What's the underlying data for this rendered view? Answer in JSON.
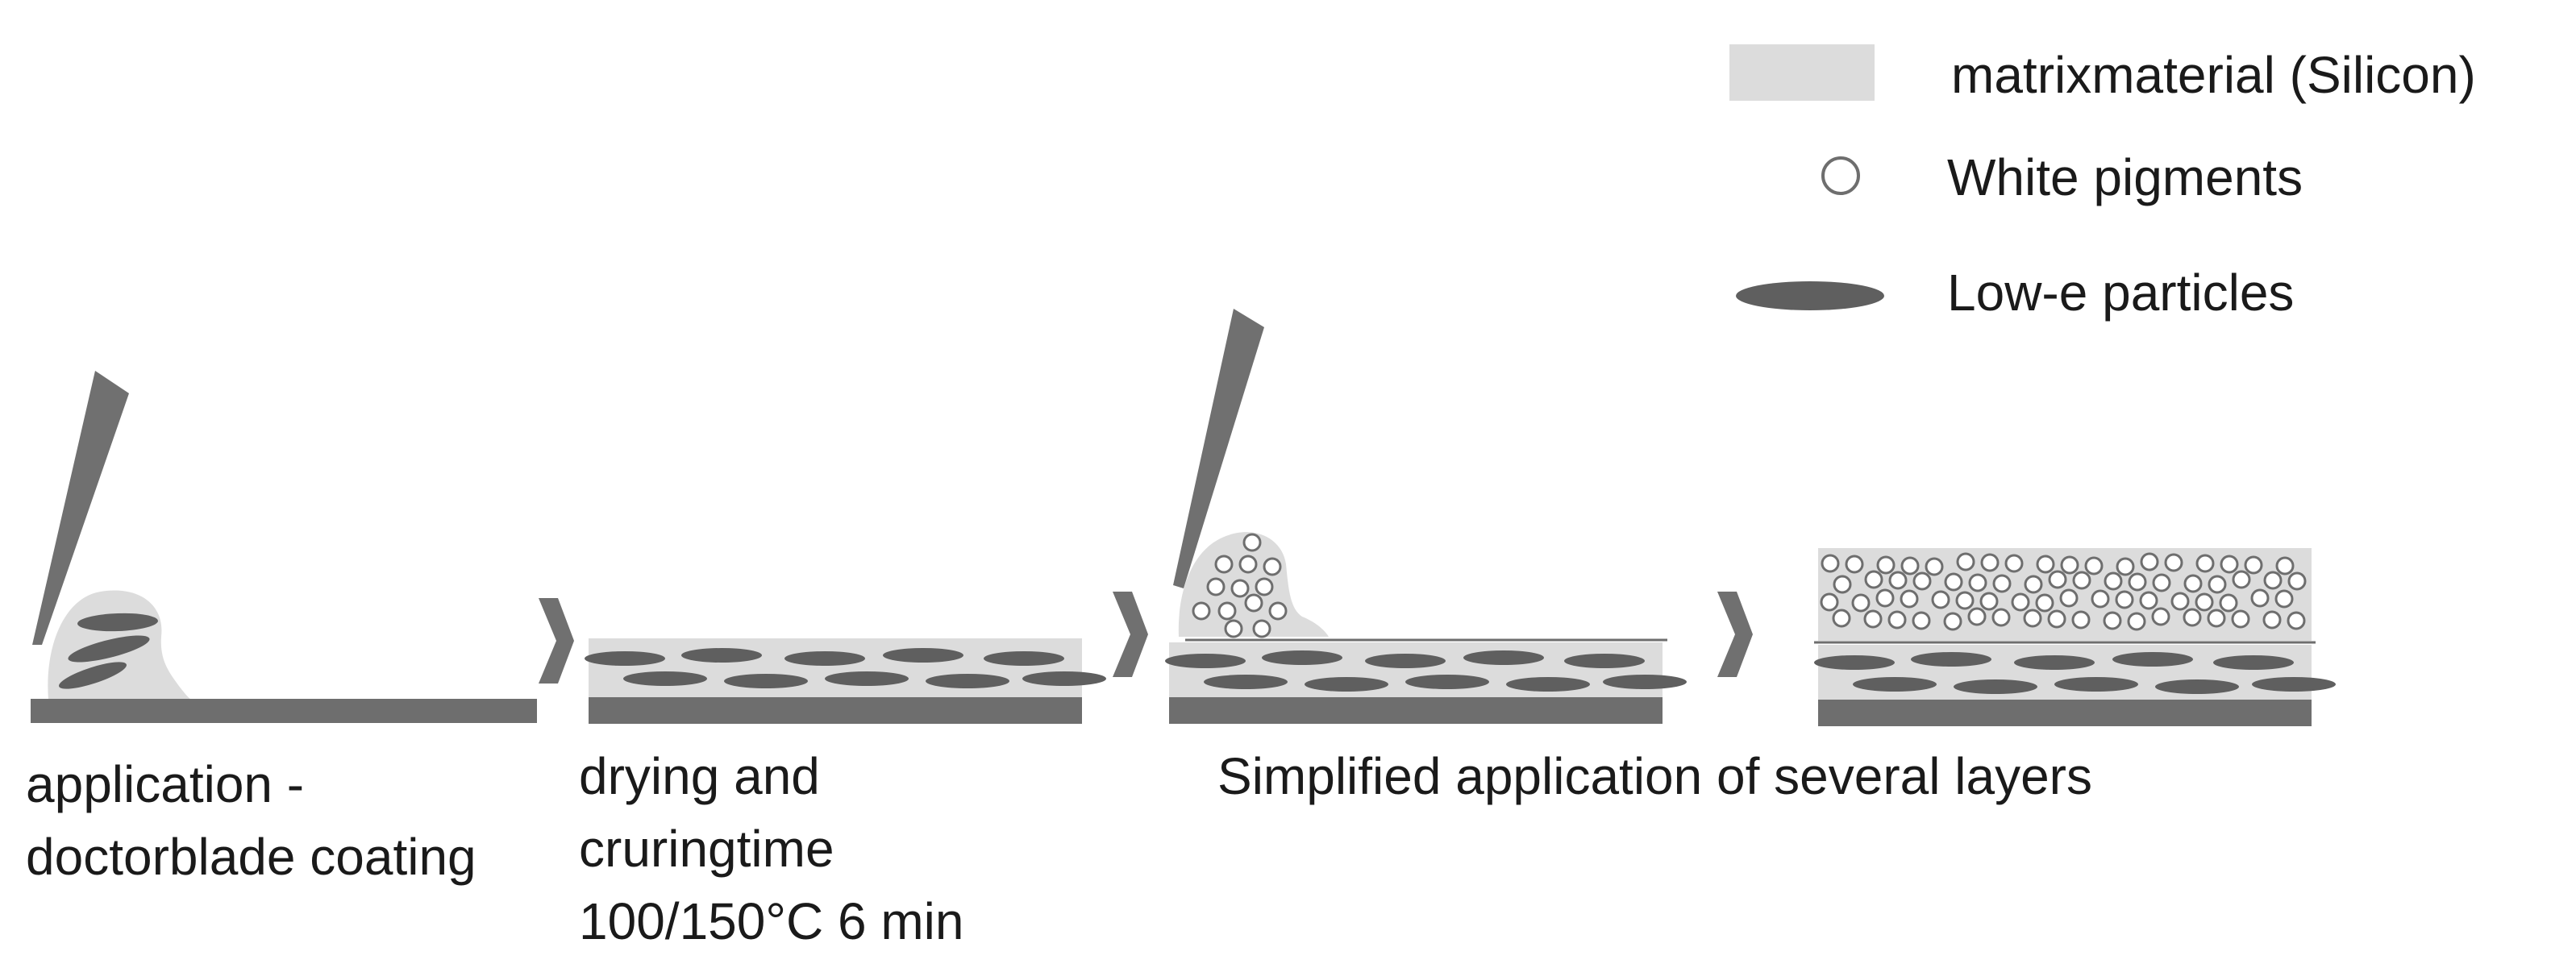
{
  "legend": {
    "matrix": "matrixmaterial (Silicon)",
    "pigments": "White pigments",
    "particles": "Low-e particles"
  },
  "steps": {
    "application_line1": "application -",
    "application_line2": "doctorblade coating",
    "drying_line1": "drying and",
    "drying_line2": "cruringtime",
    "drying_line3": "100/150°C 6 min",
    "layers": "Simplified application of several layers"
  },
  "colors": {
    "matrix": "#dcdcdc",
    "substrate": "#6e6e6e",
    "particle": "#5f5f5f",
    "blade": "#707070",
    "pigment_stroke": "#6e6e6e"
  }
}
